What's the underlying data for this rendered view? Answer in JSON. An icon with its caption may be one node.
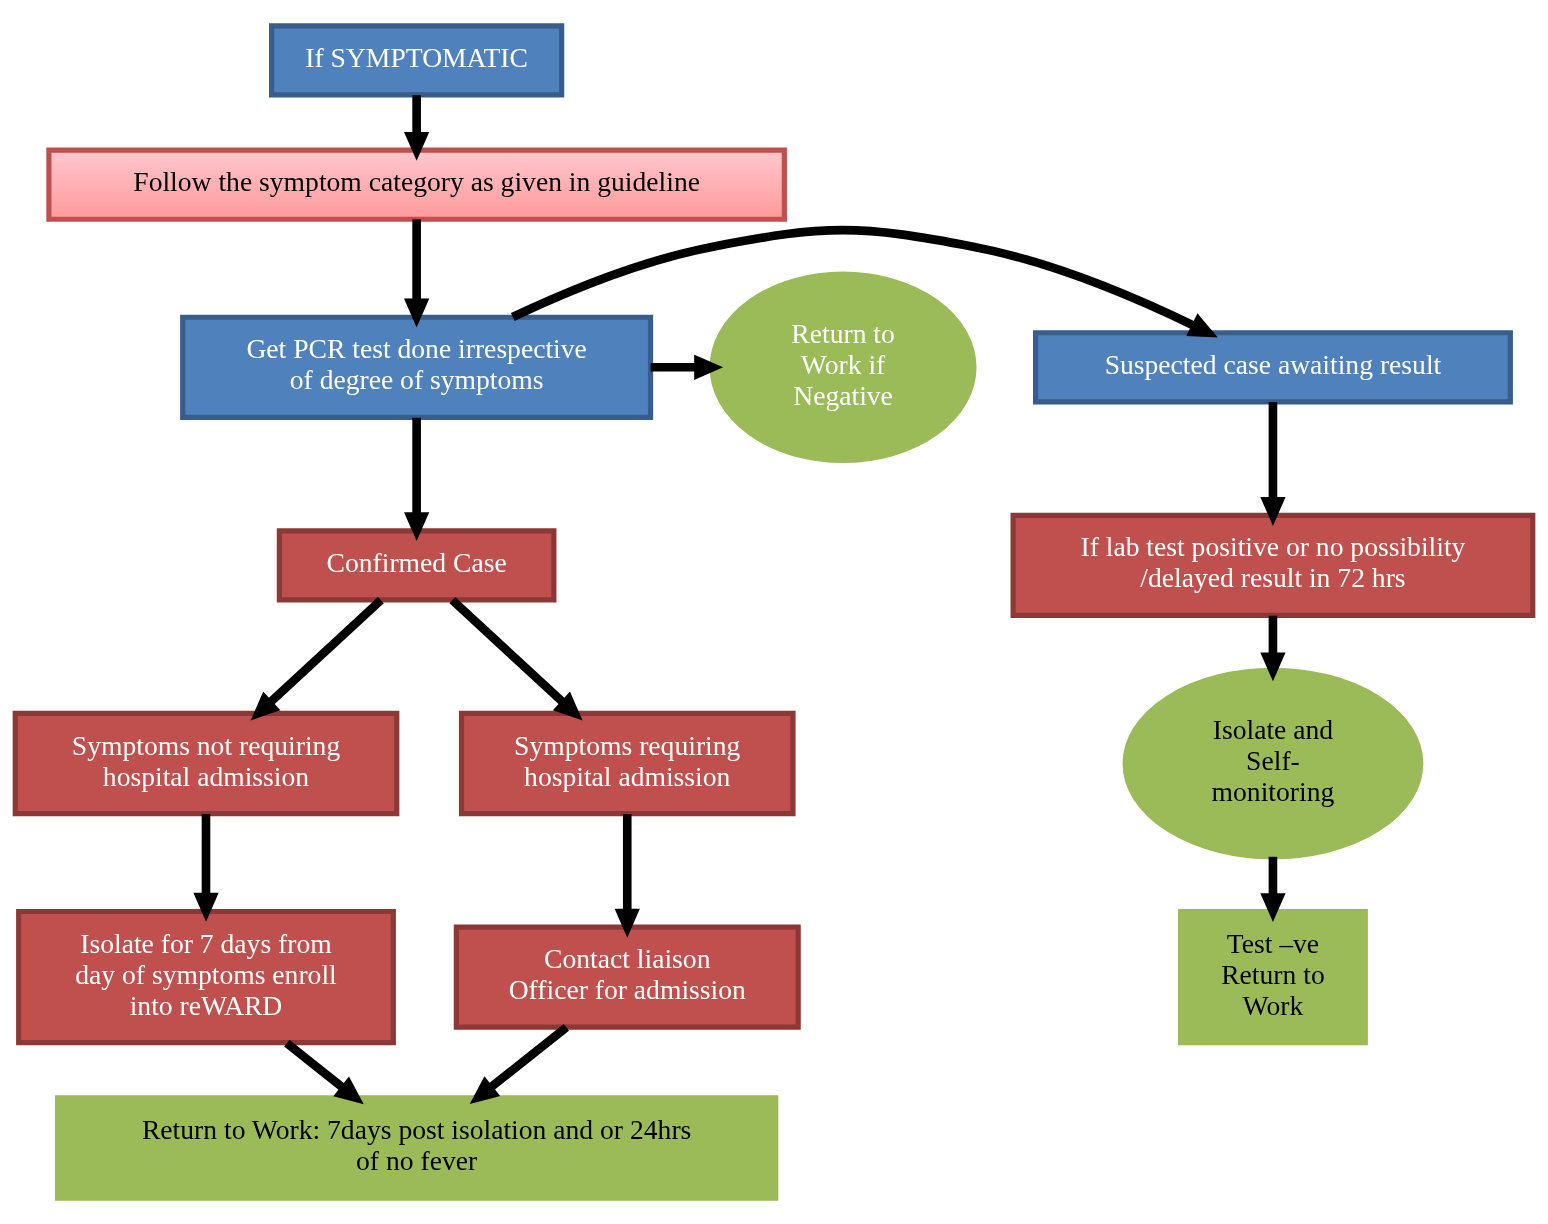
{
  "diagram": {
    "nodes": [
      {
        "text": [
          "If SYMPTOMATIC"
        ]
      },
      {
        "text": [
          "Follow the symptom category as given in guideline"
        ]
      },
      {
        "text": [
          "Get PCR test done irrespective of degree of symptoms"
        ]
      },
      {
        "text": [
          "Suspected case awaiting result"
        ]
      },
      {
        "text": [
          "Return to Work if Negative"
        ]
      },
      {
        "text": [
          "If lab test positive or no possibility /delayed result in 72 hrs"
        ]
      },
      {
        "text": [
          "Confirmed Case"
        ]
      },
      {
        "text": [
          "Symptoms not requiring hospital admission"
        ]
      },
      {
        "text": [
          "Symptoms requiring hospital admission"
        ]
      },
      {
        "text": [
          "Isolate and Self-monitoring"
        ]
      },
      {
        "text": [
          "Isolate for 7 days from day of symptoms enroll into reWARD"
        ]
      },
      {
        "text": [
          "Contact liaison Officer for admission"
        ]
      },
      {
        "text": [
          "Test –ve Return to Work"
        ]
      },
      {
        "text": [
          "Return to Work: 7days post isolation and or 24hrs of no fever"
        ]
      }
    ],
    "edges": [
      {
        "from": 0,
        "to": 1,
        "arrow": "to"
      },
      {
        "from": 1,
        "to": 2,
        "arrow": "to"
      },
      {
        "from": 2,
        "to": 3,
        "arrow": "to"
      },
      {
        "from": 2,
        "to": 4,
        "arrow": "to"
      },
      {
        "from": 2,
        "to": 6,
        "arrow": "to"
      },
      {
        "from": 3,
        "to": 5,
        "arrow": "to"
      },
      {
        "from": 5,
        "to": 9,
        "arrow": "to"
      },
      {
        "from": 9,
        "to": 12,
        "arrow": "to"
      },
      {
        "from": 6,
        "to": 7,
        "arrow": "to"
      },
      {
        "from": 6,
        "to": 8,
        "arrow": "to"
      },
      {
        "from": 7,
        "to": 10,
        "arrow": "to"
      },
      {
        "from": 8,
        "to": 11,
        "arrow": "to"
      },
      {
        "from": 10,
        "to": 13,
        "arrow": "to"
      },
      {
        "from": 11,
        "to": 13,
        "arrow": "to"
      }
    ]
  }
}
